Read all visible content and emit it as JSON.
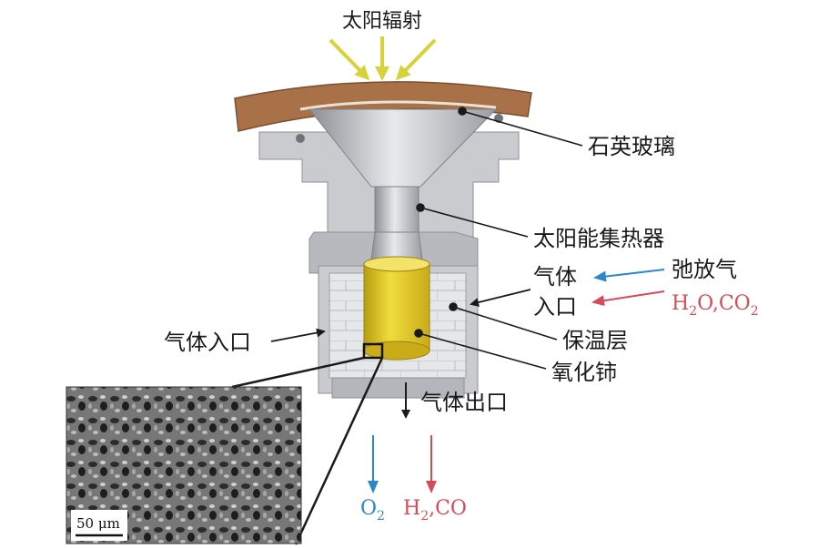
{
  "labels": {
    "solar_radiation": "太阳辐射",
    "quartz_glass": "石英玻璃",
    "solar_collector": "太阳能集热器",
    "gas_inlet_right_line1": "气体",
    "gas_inlet_right_line2": "入口",
    "relax_gas": "弛放气",
    "h2o_co2": {
      "h": "H",
      "sub1": "2",
      "o_co": "O,CO",
      "sub2": "2"
    },
    "gas_inlet_left": "气体入口",
    "insulation_layer": "保温层",
    "ceria": "氧化铈",
    "gas_outlet": "气体出口",
    "o2": {
      "o": "O",
      "sub": "2"
    },
    "h2_co": {
      "h": "H",
      "sub": "2",
      "rest": ",CO"
    },
    "scale_bar": "50 μm"
  },
  "colors": {
    "sun_arrow": "#d8d23a",
    "blue": "#2c86c8",
    "red": "#d94a58",
    "black": "#1a1a1a",
    "housing": "#c9cbcf",
    "housing_dark": "#a9abb0",
    "copper": "#a87148",
    "ceria": "#d8c020",
    "sem": "#6c6c6c"
  }
}
